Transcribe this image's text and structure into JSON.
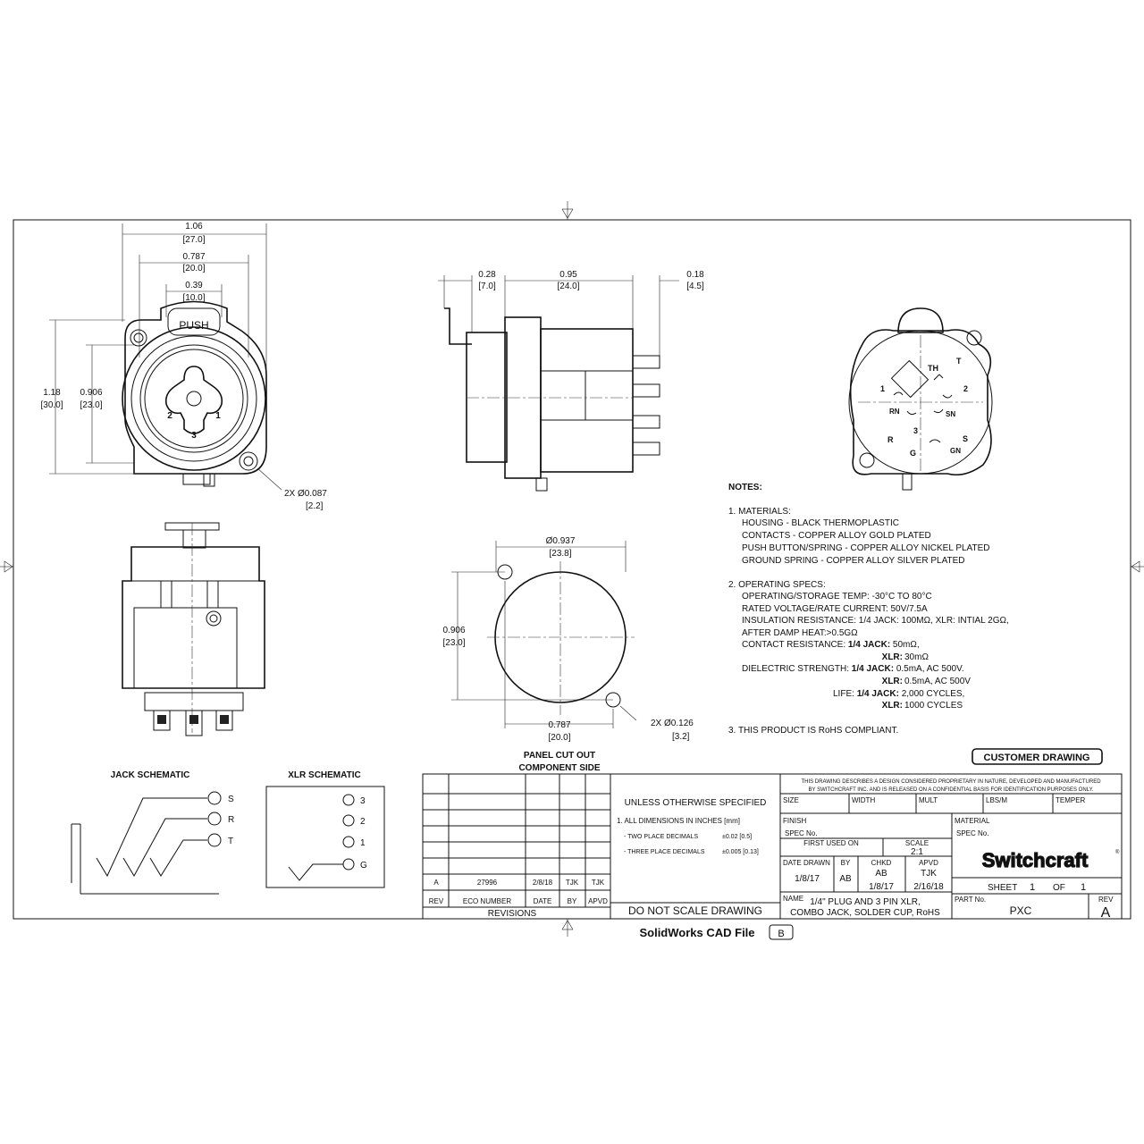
{
  "dims": {
    "front_w1": "1.06",
    "front_w1_mm": "[27.0]",
    "front_w2": "0.787",
    "front_w2_mm": "[20.0]",
    "front_w3": "0.39",
    "front_w3_mm": "[10.0]",
    "front_h1": "1.18",
    "front_h1_mm": "[30.0]",
    "front_h2": "0.906",
    "front_h2_mm": "[23.0]",
    "front_hole": "2X Ø0.087",
    "front_hole_mm": "[2.2]",
    "side_a": "0.28",
    "side_a_mm": "[7.0]",
    "side_b": "0.95",
    "side_b_mm": "[24.0]",
    "side_c": "0.18",
    "side_c_mm": "[4.5]",
    "cut_dia": "Ø0.937",
    "cut_dia_mm": "[23.8]",
    "cut_h": "0.906",
    "cut_h_mm": "[23.0]",
    "cut_w": "0.787",
    "cut_w_mm": "[20.0]",
    "cut_hole": "2X Ø0.126",
    "cut_hole_mm": "[3.2]"
  },
  "front_labels": {
    "push": "PUSH",
    "p1": "1",
    "p2": "2",
    "p3": "3"
  },
  "rear_labels": {
    "th": "TH",
    "t": "T",
    "p1": "1",
    "p2": "2",
    "rn": "RN",
    "sn": "SN",
    "r": "R",
    "p3": "3",
    "s": "S",
    "g": "G",
    "gn": "GN"
  },
  "panel_cutout": {
    "line1": "PANEL CUT OUT",
    "line2": "COMPONENT SIDE"
  },
  "notes": {
    "heading": "NOTES:",
    "m_title": "1.  MATERIALS:",
    "m1": "HOUSING - BLACK THERMOPLASTIC",
    "m2": "CONTACTS - COPPER ALLOY GOLD PLATED",
    "m3": "PUSH BUTTON/SPRING - COPPER ALLOY NICKEL PLATED",
    "m4": "GROUND SPRING - COPPER ALLOY SILVER PLATED",
    "o_title": "2.  OPERATING SPECS:",
    "o1": "OPERATING/STORAGE TEMP:  -30°C  TO 80°C",
    "o2": "RATED VOLTAGE/RATE CURRENT: 50V/7.5A",
    "o3": "INSULATION RESISTANCE: 1/4 JACK: 100MΩ, XLR: INTIAL 2GΩ,",
    "o4": "AFTER DAMP HEAT:>0.5GΩ",
    "cr_label": "CONTACT RESISTANCE: ",
    "cr_jack": "1/4 JACK:",
    "cr_jack_val": " 50mΩ,",
    "cr_xlr": "XLR:",
    "cr_xlr_val": " 30mΩ",
    "ds_label": "DIELECTRIC STRENGTH: ",
    "ds_jack": "1/4 JACK:",
    "ds_jack_val": " 0.5mA, AC 500V.",
    "ds_xlr": "XLR:",
    "ds_xlr_val": " 0.5mA, AC 500V",
    "life_label": "LIFE: ",
    "life_jack": "1/4 JACK:",
    "life_jack_val": " 2,000 CYCLES,",
    "life_xlr": "XLR:",
    "life_xlr_val": " 1000 CYCLES",
    "n3": "3. THIS PRODUCT IS RoHS COMPLIANT."
  },
  "customer_drawing": "CUSTOMER DRAWING",
  "jack_schematic": {
    "title": "JACK SCHEMATIC",
    "s": "S",
    "r": "R",
    "t": "T"
  },
  "xlr_schematic": {
    "title": "XLR SCHEMATIC",
    "p3": "3",
    "p2": "2",
    "p1": "1",
    "g": "G"
  },
  "revisions": {
    "row_rev": "A",
    "row_eco": "27996",
    "row_date": "2/8/18",
    "row_by": "TJK",
    "row_apvd": "TJK",
    "h_rev": "REV",
    "h_eco": "ECO NUMBER",
    "h_date": "DATE",
    "h_by": "BY",
    "h_apvd": "APVD",
    "title": "REVISIONS"
  },
  "tolerances": {
    "title": "UNLESS OTHERWISE SPECIFIED",
    "l1": "1. ALL DIMENSIONS IN INCHES  [mm]",
    "l2": "- TWO PLACE DECIMALS",
    "l2v": "±0.02   [0.5]",
    "l3": "- THREE PLACE DECIMALS",
    "l3v": "±0.005  [0.13]",
    "dns": "DO NOT SCALE DRAWING"
  },
  "title_block": {
    "prop1": "THIS DRAWING DESCRIBES A DESIGN CONSIDERED PROPRIETARY IN NATURE, DEVELOPED AND MANUFACTURED",
    "prop2": "BY SWITCHCRAFT INC. AND IS RELEASED ON A CONFIDENTIAL BASIS FOR IDENTIFICATION PURPOSES ONLY.",
    "size": "SIZE",
    "width": "WIDTH",
    "mult": "MULT",
    "lbsm": "LBS/M",
    "temper": "TEMPER",
    "finish": "FINISH",
    "spec": "SPEC No.",
    "material": "MATERIAL",
    "spec2": "SPEC No.",
    "first_used": "FIRST USED ON",
    "scale": "SCALE",
    "scale_val": "2:1",
    "date_drawn": "DATE DRAWN",
    "date_drawn_val": "1/8/17",
    "by": "BY",
    "by_val": "AB",
    "chkd": "CHKD",
    "chkd_val": "AB",
    "chkd_date": "1/8/17",
    "apvd": "APVD",
    "apvd_val": "TJK",
    "apvd_date": "2/16/18",
    "logo": "Switchcraft",
    "sheet": "SHEET",
    "sheet_n": "1",
    "of": "OF",
    "of_n": "1",
    "name": "NAME",
    "name_l1": "1/4\" PLUG AND 3 PIN XLR,",
    "name_l2": "COMBO JACK, SOLDER CUP, RoHS",
    "part_no": "PART No.",
    "part_no_val": "PXC",
    "rev": "REV",
    "rev_val": "A"
  },
  "footer": {
    "label": "SolidWorks CAD File",
    "badge": "B"
  }
}
